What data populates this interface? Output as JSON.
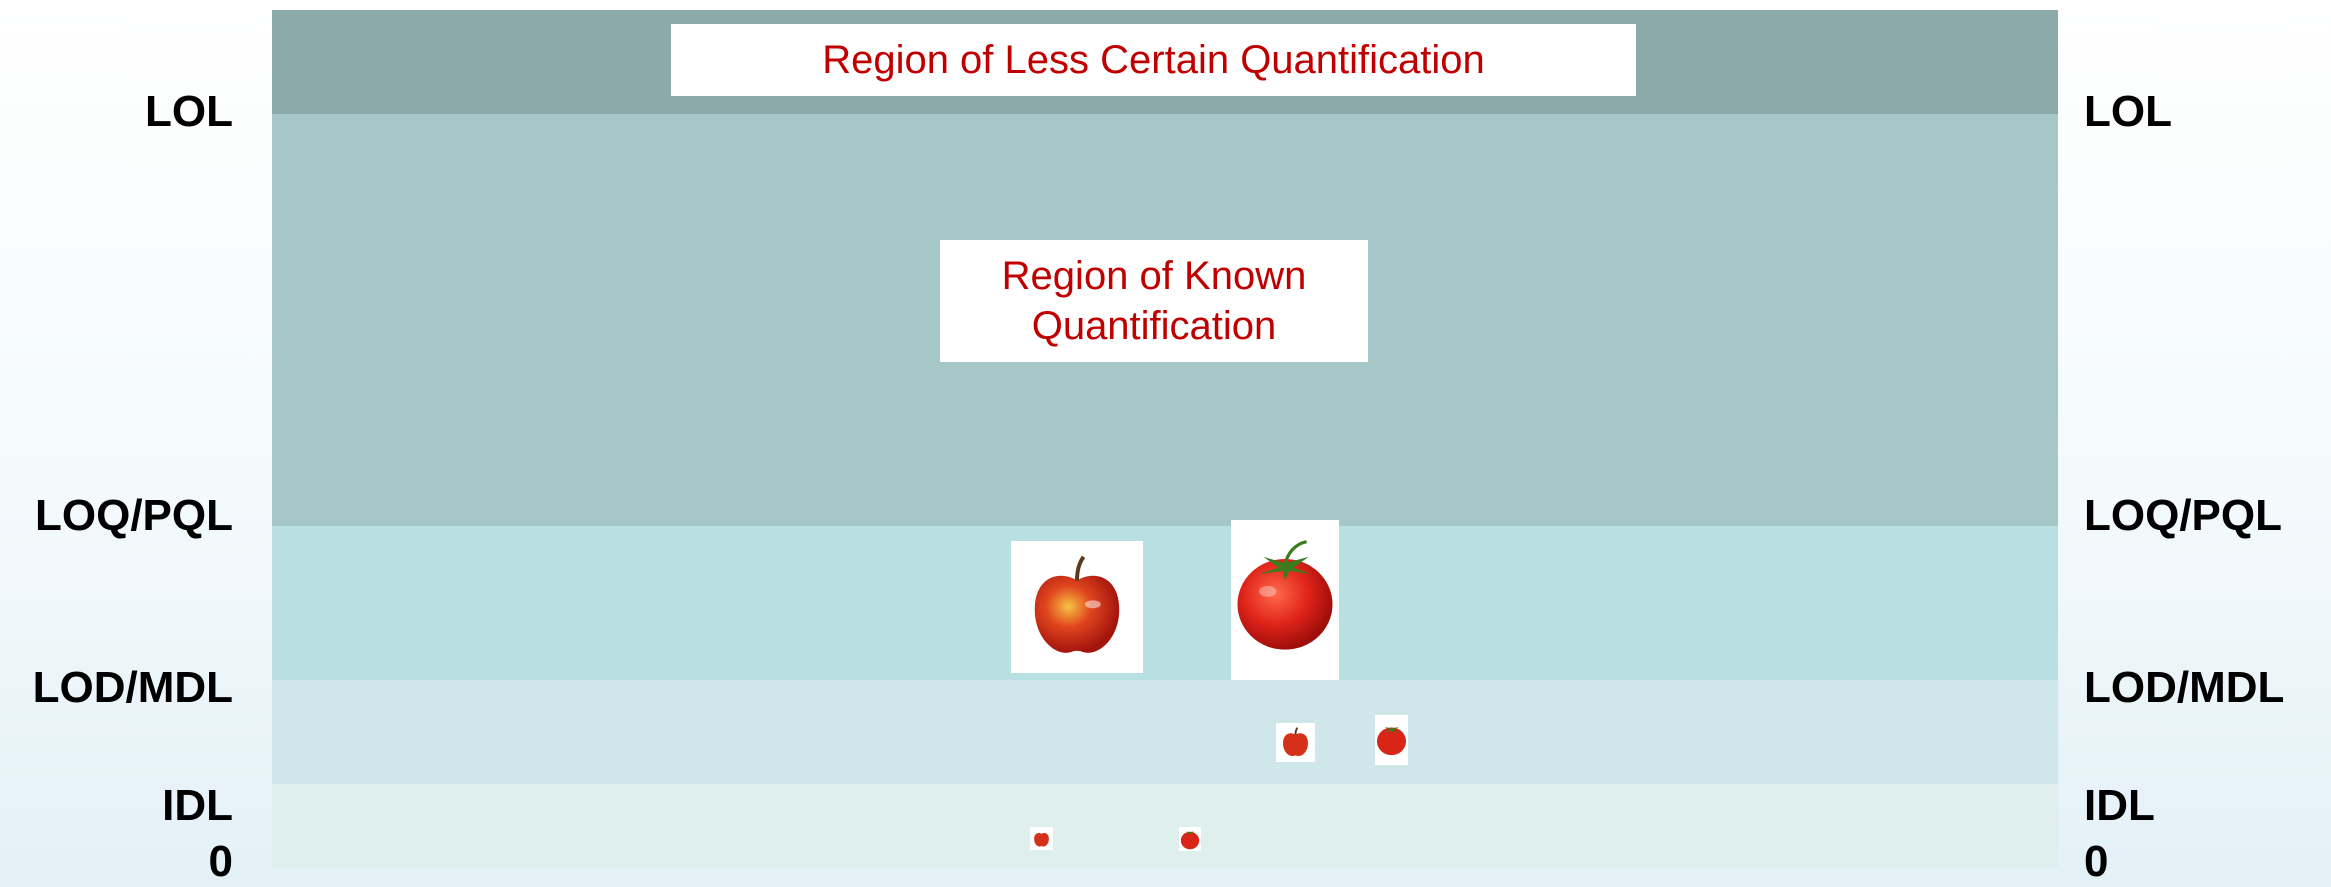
{
  "regions": {
    "less_certain": "Region of Less Certain Quantification",
    "known_line1": "Region of Known",
    "known_line2": "Quantification"
  },
  "levels": {
    "lol": "LOL",
    "loq": "LOQ/PQL",
    "lod": "LOD/MDL",
    "idl": "IDL",
    "zero": "0"
  },
  "icons": [
    "apple-icon",
    "tomato-icon"
  ],
  "colors": {
    "region_text": "#c00000",
    "band_top": "#8daaab",
    "band_known": "#a5c7c8",
    "band_loq": "#b8dfe1",
    "band_lod": "#cfe7ea",
    "band_idl": "#deefee"
  }
}
